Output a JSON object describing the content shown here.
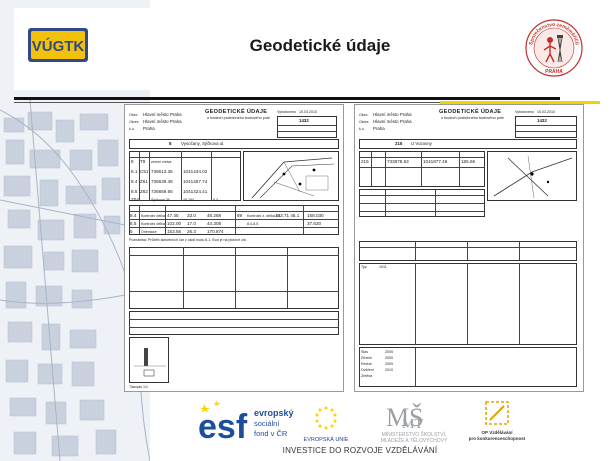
{
  "slide": {
    "title": "Geodetické údaje",
    "logo_left_text": "VÚGTK",
    "logo_right_text_top": "Společenstvo zeměměřičů",
    "logo_right_text_bottom": "PRAHA",
    "footer_text": "INVESTICE DO ROZVOJE VZDĚLÁVÁNÍ"
  },
  "doc1": {
    "title": "GEODETICKÉ ÚDAJE",
    "subtitle": "o bodech podrobného bodového pole",
    "rows_left": [
      {
        "label": "Obec",
        "value": "Hlavní město Praha"
      },
      {
        "label": "Okres",
        "value": "Hlavní město Praha"
      },
      {
        "label": "k.ú.",
        "value": "Praha"
      }
    ],
    "date_label": "Vyhotoveno",
    "date_value": "15.03.2010",
    "num_box": "1432",
    "point_no": "8",
    "location": "Vysočany, Sýčkova ul.",
    "table_rows": [
      {
        "c": "8",
        "id": "T8",
        "desc": "zemní vrstva",
        "y": "",
        "x": ""
      },
      {
        "c": "8.1",
        "id": "C51",
        "desc": "",
        "y": "736613.35",
        "x": "1041434.02"
      },
      {
        "c": "8.4",
        "id": "Z61",
        "desc": "",
        "y": "736639.48",
        "x": "1041457.74"
      },
      {
        "c": "8.5",
        "id": "Z62",
        "desc": "",
        "y": "736659.66",
        "x": "1041424.41"
      }
    ],
    "bottom_row": "Z04",
    "bottom_values": [
      "Sýčkova 26",
      "48.784",
      "8.4"
    ],
    "measure_rows": [
      {
        "id": "8.4",
        "label": "Kontrolní délka",
        "v1": "47.45",
        "v2": "33.0",
        "v3": "46.268",
        "v4": "89",
        "v5": "Kontrolní z. délka 8.1",
        "v6": "153.71 45.1",
        "v7": "158.030"
      },
      {
        "id": "8.5",
        "label": "Kontrolní délka",
        "v1": "102.00",
        "v2": "17.0",
        "v3": "44.308",
        "v4": "",
        "v5": "8.4-8.5",
        "v6": "",
        "v7": "37.620"
      },
      {
        "id": "5",
        "label": "Orientace",
        "v1": "153.56",
        "v2": "26.3",
        "v3": "170.874",
        "v4": "",
        "v5": "",
        "v6": "",
        "v7": ""
      }
    ],
    "note": "Poznámka: Průběh stavebních čar v okolí bodu 8.1. Bod je na plotové zdi.",
    "signature_label": "Vyhotovil",
    "footer_code": "Tiskopis 1/1"
  },
  "doc2": {
    "title": "GEODETICKÉ ÚDAJE",
    "subtitle": "o bodech podrobného bodového pole",
    "rows_left": [
      {
        "label": "Obec",
        "value": "Hlavní město Praha"
      },
      {
        "label": "Okres",
        "value": "Hlavní město Praha"
      },
      {
        "label": "k.ú.",
        "value": "Praha"
      }
    ],
    "date_label": "Vyhotoveno",
    "date_value": "15.03.2010",
    "num_box": "1432",
    "point_no": "215",
    "location": "U Vozovny",
    "coord_y": "733878.53",
    "coord_x": "1041877.46",
    "height": "185.66",
    "station": "215",
    "bottom_label": "Typ",
    "bottom_value": "1011",
    "history_rows": [
      {
        "label": "Stav",
        "value": "2005"
      },
      {
        "label": "Zřízení",
        "value": "2005"
      },
      {
        "label": "Revize",
        "value": "2009"
      },
      {
        "label": "Ověření",
        "value": "2010"
      },
      {
        "label": "Změna",
        "value": ""
      }
    ]
  },
  "footer_logos": {
    "esf_line1": "evropský",
    "esf_line2": "sociální",
    "esf_line3": "fond v ČR",
    "eu_label": "EVROPSKÁ UNIE",
    "msmt_line1": "MINISTERSTVO ŠKOLSTVÍ,",
    "msmt_line2": "MLÁDEŽE A TĚLOVÝCHOVY",
    "op_line1": "OP Vzdělávání",
    "op_line2": "pro konkurenceschopnost"
  },
  "colors": {
    "esf_blue": "#1d4e9e",
    "eu_blue": "#1f3f95",
    "eu_star": "#ffd200",
    "msmt_gray": "#9aa0a6",
    "op_gold": "#e0a400",
    "logo_left_bg": "#2e4a8a",
    "logo_left_fg": "#f2c10c",
    "seal_red": "#c0302a"
  }
}
